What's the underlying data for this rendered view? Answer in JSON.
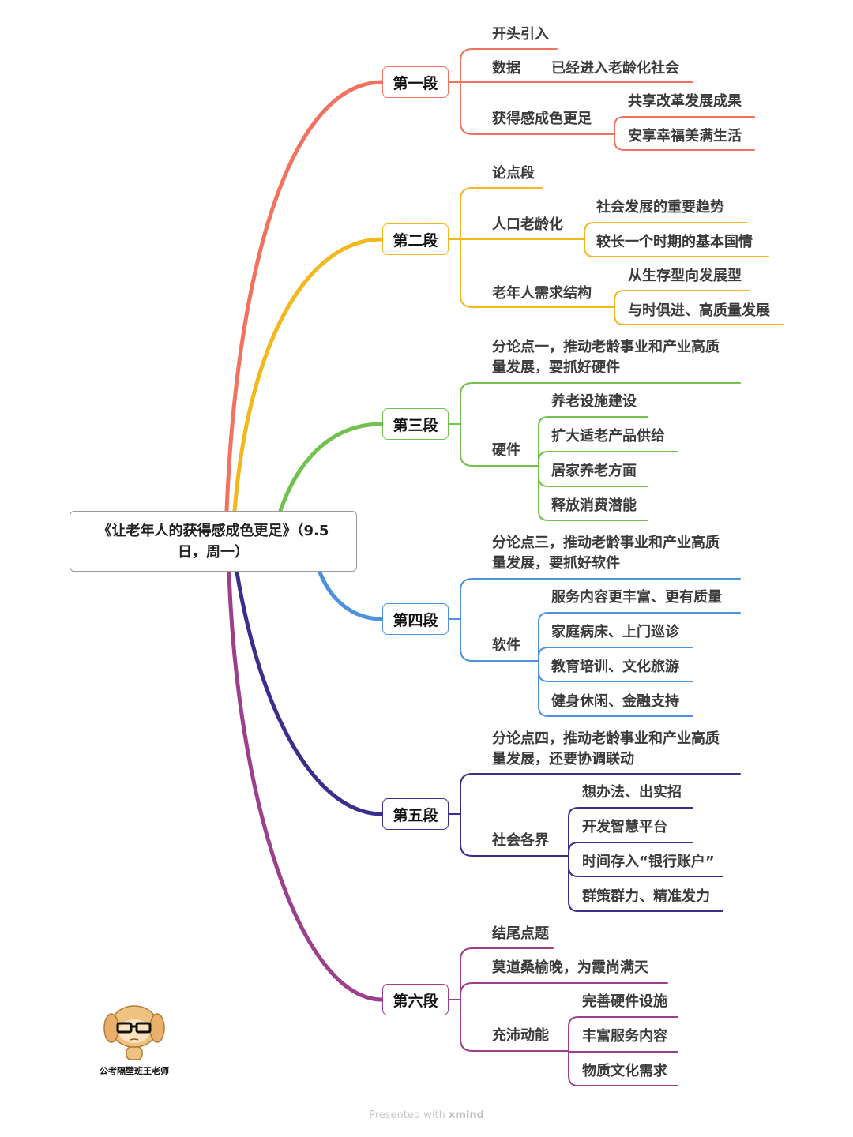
{
  "root": {
    "lines": [
      "《让老年人的获得感成色更足》（9.5",
      "日，周一）"
    ]
  },
  "colors": [
    "#f2725f",
    "#f5b81c",
    "#72c04e",
    "#4e92dc",
    "#3a2f8c",
    "#9c3f8c"
  ],
  "sections": [
    {
      "label": "第一段",
      "children": [
        {
          "lines": [
            "开头引入"
          ]
        },
        {
          "lines": [
            "数据"
          ],
          "extra": "已经进入老龄化社会"
        },
        {
          "lines": [
            "获得感成色更足"
          ],
          "kids": [
            "共享改革发展成果",
            "安享幸福美满生活"
          ]
        }
      ]
    },
    {
      "label": "第二段",
      "children": [
        {
          "lines": [
            "论点段"
          ]
        },
        {
          "lines": [
            "人口老龄化"
          ],
          "kids": [
            "社会发展的重要趋势",
            "较长一个时期的基本国情"
          ]
        },
        {
          "lines": [
            "老年人需求结构"
          ],
          "kids": [
            "从生存型向发展型",
            "与时俱进、高质量发展"
          ]
        }
      ]
    },
    {
      "label": "第三段",
      "children": [
        {
          "lines": [
            "分论点一，推动老龄事业和产业高质",
            "量发展，要抓好硬件"
          ]
        },
        {
          "lines": [
            "硬件"
          ],
          "kids": [
            "养老设施建设",
            "扩大适老产品供给",
            "居家养老方面",
            "释放消费潜能"
          ]
        }
      ]
    },
    {
      "label": "第四段",
      "children": [
        {
          "lines": [
            "分论点三，推动老龄事业和产业高质",
            "量发展，要抓好软件"
          ]
        },
        {
          "lines": [
            "软件"
          ],
          "kids": [
            "服务内容更丰富、更有质量",
            "家庭病床、上门巡诊",
            "教育培训、文化旅游",
            "健身休闲、金融支持"
          ]
        }
      ]
    },
    {
      "label": "第五段",
      "children": [
        {
          "lines": [
            "分论点四，推动老龄事业和产业高质",
            "量发展，还要协调联动"
          ]
        },
        {
          "lines": [
            "社会各界"
          ],
          "kids": [
            "想办法、出实招",
            "开发智慧平台",
            "时间存入“银行账户”",
            "群策群力、精准发力"
          ]
        }
      ]
    },
    {
      "label": "第六段",
      "children": [
        {
          "lines": [
            "结尾点题"
          ]
        },
        {
          "lines": [
            "莫道桑榆晚，为霞尚满天"
          ]
        },
        {
          "lines": [
            "充沛动能"
          ],
          "kids": [
            "完善硬件设施",
            "丰富服务内容",
            "物质文化需求"
          ]
        }
      ]
    }
  ],
  "logo": {
    "label": "公考隔壁班王老师"
  },
  "footer": {
    "prefix": "Presented with",
    "brand": "xmind"
  }
}
